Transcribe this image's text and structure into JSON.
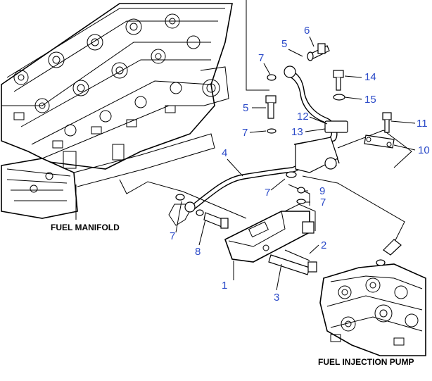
{
  "title": "",
  "captions": {
    "fuel_manifold": "FUEL MANIFOLD",
    "fuel_injection_pump": "FUEL INJECTION PUMP"
  },
  "callouts": [
    {
      "id": "c1",
      "label": "1"
    },
    {
      "id": "c2",
      "label": "2"
    },
    {
      "id": "c3",
      "label": "3"
    },
    {
      "id": "c4",
      "label": "4"
    },
    {
      "id": "c5a",
      "label": "5"
    },
    {
      "id": "c5b",
      "label": "5"
    },
    {
      "id": "c6",
      "label": "6"
    },
    {
      "id": "c7a",
      "label": "7"
    },
    {
      "id": "c7b",
      "label": "7"
    },
    {
      "id": "c7c",
      "label": "7"
    },
    {
      "id": "c7d",
      "label": "7"
    },
    {
      "id": "c7e",
      "label": "7"
    },
    {
      "id": "c8",
      "label": "8"
    },
    {
      "id": "c9",
      "label": "9"
    },
    {
      "id": "c10",
      "label": "10"
    },
    {
      "id": "c11",
      "label": "11"
    },
    {
      "id": "c12",
      "label": "12"
    },
    {
      "id": "c13",
      "label": "13"
    },
    {
      "id": "c14",
      "label": "14"
    },
    {
      "id": "c15",
      "label": "15"
    }
  ],
  "colors": {
    "callout": "#2b4ac8",
    "line": "#000000",
    "background": "#ffffff"
  }
}
